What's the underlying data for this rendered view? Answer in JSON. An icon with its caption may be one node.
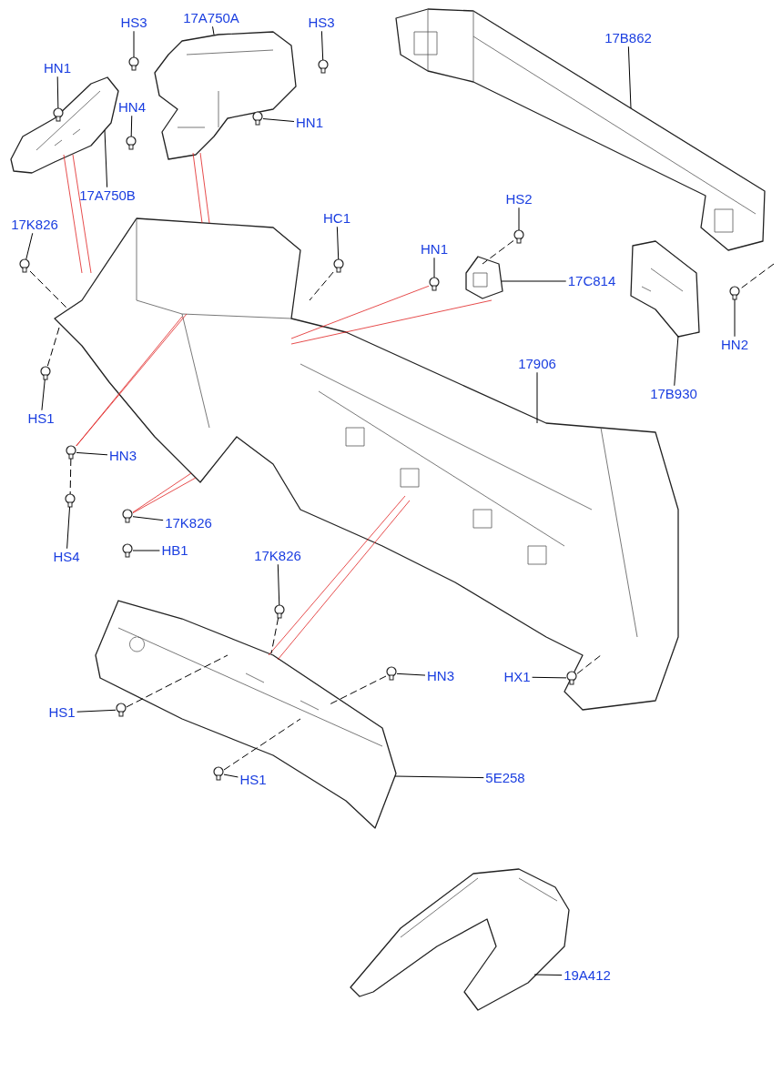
{
  "diagram": {
    "nodes": [
      {
        "text": [
          "HS3"
        ]
      },
      {
        "text": [
          "HN1"
        ]
      },
      {
        "text": [
          "17A750A"
        ]
      },
      {
        "text": [
          "HS3"
        ]
      },
      {
        "text": [
          "HN4"
        ]
      },
      {
        "text": [
          "HN1"
        ]
      },
      {
        "text": [
          "17A750B"
        ]
      },
      {
        "text": [
          "17B862"
        ]
      },
      {
        "text": [
          "17K826"
        ]
      },
      {
        "text": [
          "HC1"
        ]
      },
      {
        "text": [
          "HS2"
        ]
      },
      {
        "text": [
          "HN1"
        ]
      },
      {
        "text": [
          "17C814"
        ]
      },
      {
        "text": [
          "17906"
        ]
      },
      {
        "text": [
          "HN2"
        ]
      },
      {
        "text": [
          "17B930"
        ]
      },
      {
        "text": [
          "HS1"
        ]
      },
      {
        "text": [
          "HN3"
        ]
      },
      {
        "text": [
          "17K826"
        ]
      },
      {
        "text": [
          "HS4"
        ]
      },
      {
        "text": [
          "HB1"
        ]
      },
      {
        "text": [
          "17K826"
        ]
      },
      {
        "text": [
          "HN3"
        ]
      },
      {
        "text": [
          "HX1"
        ]
      },
      {
        "text": [
          "HS1"
        ]
      },
      {
        "text": [
          "HS1"
        ]
      },
      {
        "text": [
          "5E258"
        ]
      },
      {
        "text": [
          "19A412"
        ]
      },
      {
        "text": [],
        "shape": "picture"
      },
      {
        "text": [],
        "shape": "picture"
      },
      {
        "text": [],
        "shape": "picture"
      },
      {
        "text": [],
        "shape": "picture"
      },
      {
        "text": [],
        "shape": "picture"
      },
      {
        "text": [],
        "shape": "picture"
      },
      {
        "text": [],
        "shape": "picture"
      },
      {
        "text": [],
        "shape": "picture"
      },
      {
        "text": [],
        "shape": "circle"
      },
      {
        "text": [],
        "shape": "circle"
      },
      {
        "text": [],
        "shape": "circle"
      },
      {
        "text": [],
        "shape": "circle"
      },
      {
        "text": [],
        "shape": "circle"
      },
      {
        "text": [],
        "shape": "circle"
      },
      {
        "text": [],
        "shape": "circle"
      },
      {
        "text": [],
        "shape": "circle"
      },
      {
        "text": [],
        "shape": "circle"
      },
      {
        "text": [],
        "shape": "circle"
      },
      {
        "text": [],
        "shape": "circle"
      },
      {
        "text": [],
        "shape": "circle"
      },
      {
        "text": [],
        "shape": "circle"
      },
      {
        "text": [],
        "shape": "circle"
      },
      {
        "text": [],
        "shape": "circle"
      },
      {
        "text": [],
        "shape": "circle"
      },
      {
        "text": [],
        "shape": "circle"
      },
      {
        "text": [],
        "shape": "circle"
      },
      {
        "text": [],
        "shape": "circle"
      },
      {
        "text": [],
        "shape": "circle"
      }
    ],
    "edges": [
      {
        "from": 0,
        "to": 36,
        "arrow": "none"
      },
      {
        "from": 1,
        "to": 37,
        "arrow": "none"
      },
      {
        "from": 2,
        "to": 29,
        "arrow": "none"
      },
      {
        "from": 3,
        "to": 38,
        "arrow": "none"
      },
      {
        "from": 4,
        "to": 39,
        "arrow": "none"
      },
      {
        "from": 5,
        "to": 40,
        "arrow": "none"
      },
      {
        "from": 6,
        "to": 28,
        "arrow": "none"
      },
      {
        "from": 7,
        "to": 30,
        "arrow": "none"
      },
      {
        "from": 8,
        "to": 41,
        "arrow": "none"
      },
      {
        "from": 9,
        "to": 42,
        "arrow": "none"
      },
      {
        "from": 10,
        "to": 43,
        "arrow": "none"
      },
      {
        "from": 11,
        "to": 44,
        "arrow": "none"
      },
      {
        "from": 12,
        "to": 32,
        "arrow": "none"
      },
      {
        "from": 13,
        "to": 33,
        "arrow": "none"
      },
      {
        "from": 14,
        "to": 45,
        "arrow": "none"
      },
      {
        "from": 15,
        "to": 31,
        "arrow": "none"
      },
      {
        "from": 16,
        "to": 46,
        "arrow": "none"
      },
      {
        "from": 17,
        "to": 47,
        "arrow": "none"
      },
      {
        "from": 18,
        "to": 48,
        "arrow": "none"
      },
      {
        "from": 19,
        "to": 49,
        "arrow": "none"
      },
      {
        "from": 20,
        "to": 50,
        "arrow": "none"
      },
      {
        "from": 21,
        "to": 51,
        "arrow": "none"
      },
      {
        "from": 22,
        "to": 52,
        "arrow": "none"
      },
      {
        "from": 23,
        "to": 53,
        "arrow": "none"
      },
      {
        "from": 24,
        "to": 54,
        "arrow": "none"
      },
      {
        "from": 25,
        "to": 55,
        "arrow": "none"
      },
      {
        "from": 26,
        "to": 34,
        "arrow": "none"
      },
      {
        "from": 27,
        "to": 35,
        "arrow": "none"
      },
      {
        "from": 28,
        "to": 33,
        "arrow": "none",
        "color": "#e02020"
      },
      {
        "from": 28,
        "to": 33,
        "arrow": "none",
        "color": "#e02020"
      },
      {
        "from": 29,
        "to": 33,
        "arrow": "none",
        "color": "#e02020"
      },
      {
        "from": 29,
        "to": 33,
        "arrow": "none",
        "color": "#e02020"
      },
      {
        "from": 44,
        "to": 33,
        "arrow": "none",
        "color": "#e02020"
      },
      {
        "from": 32,
        "to": 33,
        "arrow": "none",
        "color": "#e02020"
      },
      {
        "from": 33,
        "to": 47,
        "arrow": "none",
        "color": "#e02020"
      },
      {
        "from": 33,
        "to": 47,
        "arrow": "none",
        "color": "#e02020"
      },
      {
        "from": 33,
        "to": 48,
        "arrow": "none",
        "color": "#e02020"
      },
      {
        "from": 33,
        "to": 48,
        "arrow": "none",
        "color": "#e02020"
      },
      {
        "from": 33,
        "to": 34,
        "arrow": "none",
        "color": "#e02020"
      },
      {
        "from": 33,
        "to": 34,
        "arrow": "none",
        "color": "#e02020"
      },
      {
        "from": 41,
        "to": 33,
        "arrow": "none",
        "style": "dashed"
      },
      {
        "from": 33,
        "to": 46,
        "arrow": "none",
        "style": "dashed"
      },
      {
        "from": 47,
        "to": 49,
        "arrow": "none",
        "style": "dashed"
      },
      {
        "from": 42,
        "to": 33,
        "arrow": "none",
        "style": "dashed"
      },
      {
        "from": 43,
        "to": 32,
        "arrow": "none",
        "style": "dashed"
      },
      {
        "from": null,
        "to": 45,
        "arrow": "none",
        "style": "dashed"
      },
      {
        "from": 54,
        "to": 34,
        "arrow": "none",
        "style": "dashed"
      },
      {
        "from": 55,
        "to": 34,
        "arrow": "none",
        "style": "dashed"
      },
      {
        "from": 52,
        "to": 34,
        "arrow": "none",
        "style": "dashed"
      },
      {
        "from": 53,
        "to": 33,
        "arrow": "none",
        "style": "dashed"
      },
      {
        "from": 51,
        "to": 34,
        "arrow": "none",
        "style": "dashed"
      }
    ]
  }
}
